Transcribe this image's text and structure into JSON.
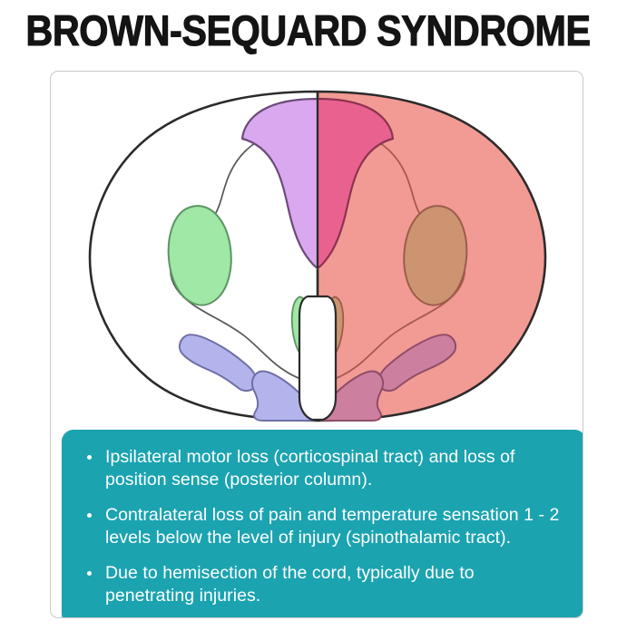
{
  "title": "BROWN-SEQUARD SYNDROME",
  "diagram": {
    "name": "spinal-cord-cross-section",
    "description": "Transverse section of the spinal cord with the right half shaded red to show hemisection",
    "colors": {
      "cord_outline": "#2b2b2b",
      "white_matter_normal": "#ffffff",
      "gray_matter_normal": "#d9a8ee",
      "tract_green": "#9fe8a5",
      "tract_blue": "#b4b4ec",
      "lesion_wash": "#f29a94",
      "gray_matter_lesion": "#e8618f",
      "tract_green_lesion": "#cc9470",
      "tract_blue_lesion": "#cc7f9e",
      "card_border": "#c9c9c9"
    },
    "halves": [
      {
        "side": "left",
        "label": "intact-half"
      },
      {
        "side": "right",
        "label": "hemisected-half"
      }
    ]
  },
  "panel": {
    "background_color": "#1ba3b0",
    "bullets": [
      "Ipsilateral motor loss (corticospinal tract) and loss of position sense (posterior column).",
      "Contralateral loss of pain and temperature sensation 1 - 2 levels below the level of injury (spinothalamic tract).",
      "Due to hemisection of the cord, typically due to penetrating injuries."
    ]
  }
}
